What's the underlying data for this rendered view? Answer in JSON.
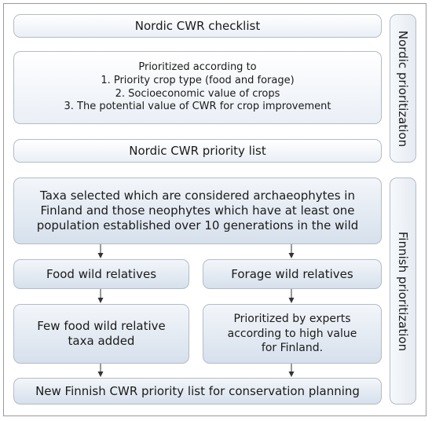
{
  "nordic_checklist": "Nordic CWR checklist",
  "prioritized": {
    "heading": "Prioritized according to",
    "items": [
      "1. Priority crop type (food and forage)",
      "2. Socioeconomic value of crops",
      "3. The potential value of CWR for crop improvement"
    ]
  },
  "nordic_priority_list": "Nordic CWR priority list",
  "taxa_selected": [
    "Taxa selected which are considered archaeophytes in",
    "Finland and those neophytes which have at least one",
    "population established over 10 generations in the wild"
  ],
  "food_wild_relatives": "Food wild relatives",
  "forage_wild_relatives": "Forage wild relatives",
  "few_food": [
    "Few food wild relative",
    "taxa added"
  ],
  "prioritized_experts": [
    "Prioritized by experts",
    "according to high value",
    "for Finland."
  ],
  "final_list": "New Finnish CWR priority list for conservation planning",
  "side_nordic": "Nordic prioritization",
  "side_finnish": "Finnish prioritization"
}
